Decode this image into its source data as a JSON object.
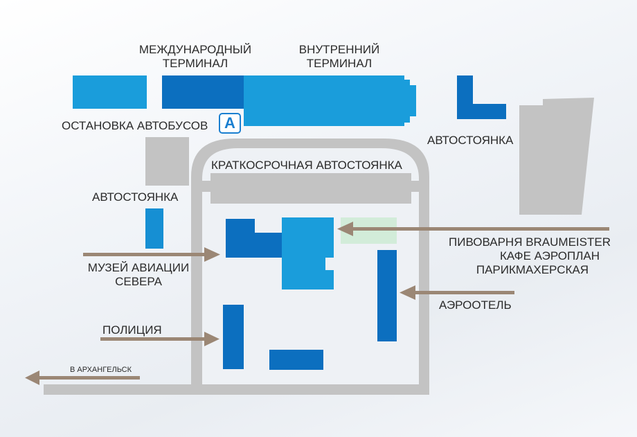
{
  "labels": {
    "international_terminal": [
      "МЕЖДУНАРОДНЫЙ",
      "ТЕРМИНАЛ"
    ],
    "domestic_terminal": [
      "ВНУТРЕННИЙ",
      "ТЕРМИНАЛ"
    ],
    "bus_stop": "ОСТАНОВКА АВТОБУСОВ",
    "bus_stop_badge": "A",
    "parking_right": "АВТОСТОЯНКА",
    "parking_left": "АВТОСТОЯНКА",
    "short_term_parking": "КРАТКОСРОЧНАЯ АВТОСТОЯНКА",
    "brewery": "ПИВОВАРНЯ BRAUMEISTER",
    "cafe": "КАФЕ АЭРОПЛАН",
    "barbershop": "ПАРИКМАХЕРСКАЯ",
    "aviation_museum": [
      "МУЗЕЙ АВИАЦИИ",
      "СЕВЕРА"
    ],
    "aerohotel": "АЭРООТЕЛЬ",
    "police": "ПОЛИЦИЯ",
    "to_arkhangelsk": "В АРХАНГЕЛЬСК"
  },
  "colors": {
    "building_light": "#1a9ddb",
    "building_mid": "#168fd3",
    "building_dark": "#0c6fbf",
    "gray_block": "#c3c3c3",
    "road": "#c3c3c3",
    "arrow": "#9b8775",
    "green_zone": "#d2ecd9"
  }
}
